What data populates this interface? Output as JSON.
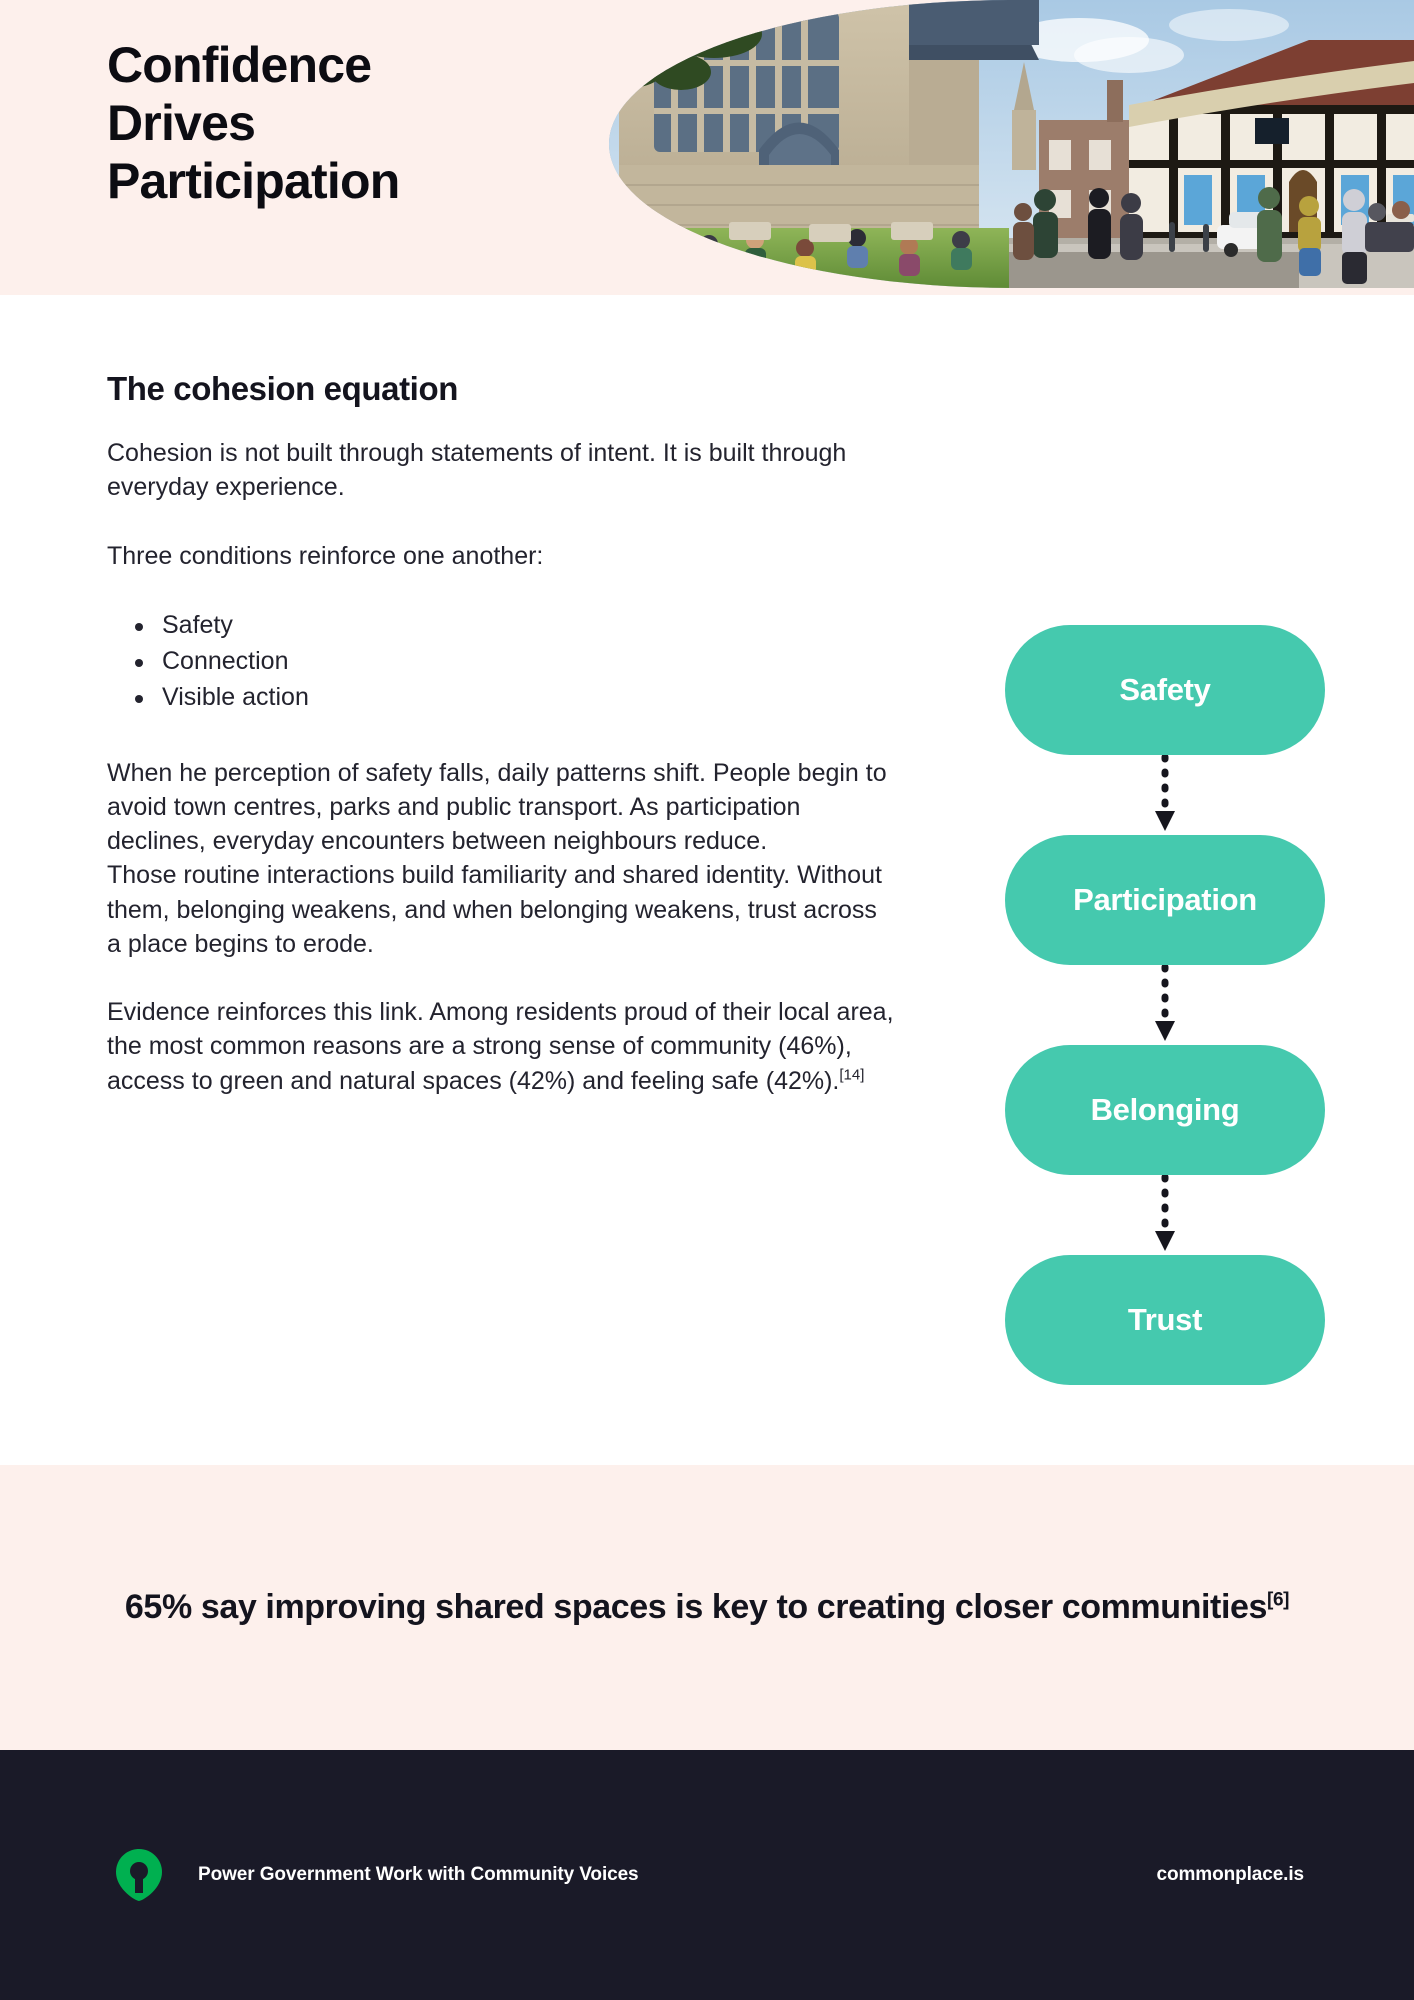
{
  "header": {
    "title": "Confidence\nDrives\nParticipation",
    "background_color": "#fdf0ec",
    "photo_alt": "york-minster-street-scene-photo"
  },
  "main": {
    "section_heading": "The cohesion equation",
    "paragraph_1": "Cohesion is not built through statements of intent. It is built through everyday experience.",
    "paragraph_2": "Three conditions reinforce one another:",
    "bullets": [
      "Safety",
      "Connection",
      "Visible action"
    ],
    "paragraph_3": "When he perception of safety falls, daily patterns shift. People begin to avoid town centres, parks and public transport. As participation declines, everyday encounters between neighbours reduce.",
    "paragraph_4": "Those routine interactions build familiarity and shared identity. Without them, belonging weakens, and when belonging weakens, trust across a place begins to erode.",
    "paragraph_5": "Evidence reinforces this link. Among residents proud of their local area, the most common reasons are a strong sense of community (46%), access to green and natural spaces (42%) and feeling safe (42%).",
    "paragraph_5_citation": "[14]"
  },
  "flow": {
    "accent_color": "#45c9ae",
    "steps": [
      {
        "label": "Safety"
      },
      {
        "label": "Participation"
      },
      {
        "label": "Belonging"
      },
      {
        "label": "Trust"
      }
    ],
    "connector_icon": "dotted-down-arrow-icon"
  },
  "callout": {
    "text": "65% say improving shared spaces is key to creating closer communities",
    "citation": "[6]",
    "background_color": "#fdf0ec"
  },
  "footer": {
    "background_color": "#1a1a28",
    "logo_icon": "commonplace-pin-logo",
    "logo_color": "#00b050",
    "tagline": "Power Government Work with Community Voices",
    "site": "commonplace.is"
  }
}
